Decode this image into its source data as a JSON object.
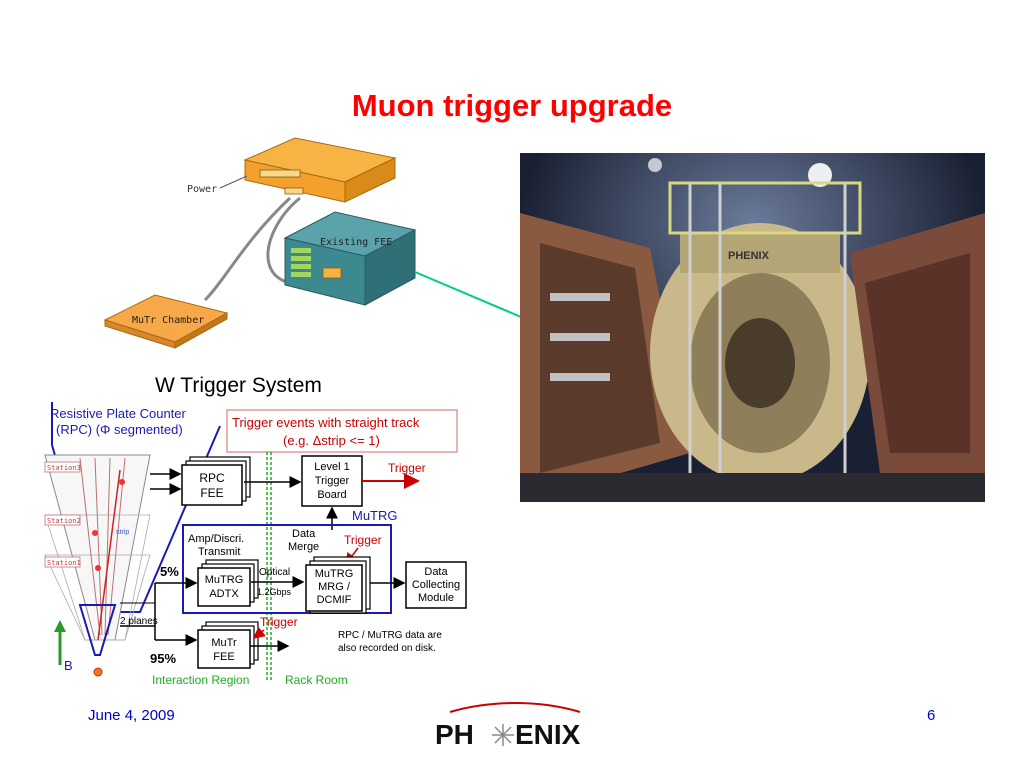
{
  "slide": {
    "title": "Muon trigger upgrade",
    "date": "June 4, 2009",
    "page_number": "6"
  },
  "logo": {
    "text_left": "PH",
    "text_right": "ENIX"
  },
  "fee_diagram": {
    "power_label": "Power",
    "existing_fee_label": "Existing FEE",
    "mutr_chamber_label": "MuTr Chamber"
  },
  "photo": {
    "sign_text": "PHENIX"
  },
  "w_trigger": {
    "title": "W Trigger System",
    "rpc_heading_1": "Resistive Plate Counter",
    "rpc_heading_2": "(RPC) (Φ segmented)",
    "callout_1": "Trigger events with straight track",
    "callout_2": "(e.g. Δstrip <= 1)",
    "station3": "Station3",
    "station2": "Station2",
    "station1": "Station1",
    "strip": "strip",
    "rpc_fee_1": "RPC",
    "rpc_fee_2": "FEE",
    "level1_1": "Level 1",
    "level1_2": "Trigger",
    "level1_3": "Board",
    "trigger_top": "Trigger",
    "mutrg_label": "MuTRG",
    "amp_1": "Amp/Discri.",
    "amp_2": "Transmit",
    "data_merge_1": "Data",
    "data_merge_2": "Merge",
    "trigger_mid": "Trigger",
    "percent_5": "5%",
    "adtx_1": "MuTRG",
    "adtx_2": "ADTX",
    "optical": "Optical",
    "gbps": "1.2Gbps",
    "mrg_1": "MuTRG",
    "mrg_2": "MRG /",
    "mrg_3": "DCMIF",
    "dcm_1": "Data",
    "dcm_2": "Collecting",
    "dcm_3": "Module",
    "two_planes": "2 planes",
    "trigger_bottom": "Trigger",
    "percent_95": "95%",
    "mutr_fee_1": "MuTr",
    "mutr_fee_2": "FEE",
    "disk_note_1": "RPC / MuTRG data are",
    "disk_note_2": "also recorded on disk.",
    "b_label": "B",
    "interaction_region": "Interaction Region",
    "rack_room": "Rack Room"
  },
  "colors": {
    "title": "#ff0000",
    "footer": "#0000cc",
    "mutrg_box": "#1a1ab4",
    "callout_border": "#e08080",
    "divider": "#22aa22",
    "fee_box": "#f5a623",
    "existing_fee": "#3a7f87",
    "connector_arrow": "#00cc88"
  }
}
